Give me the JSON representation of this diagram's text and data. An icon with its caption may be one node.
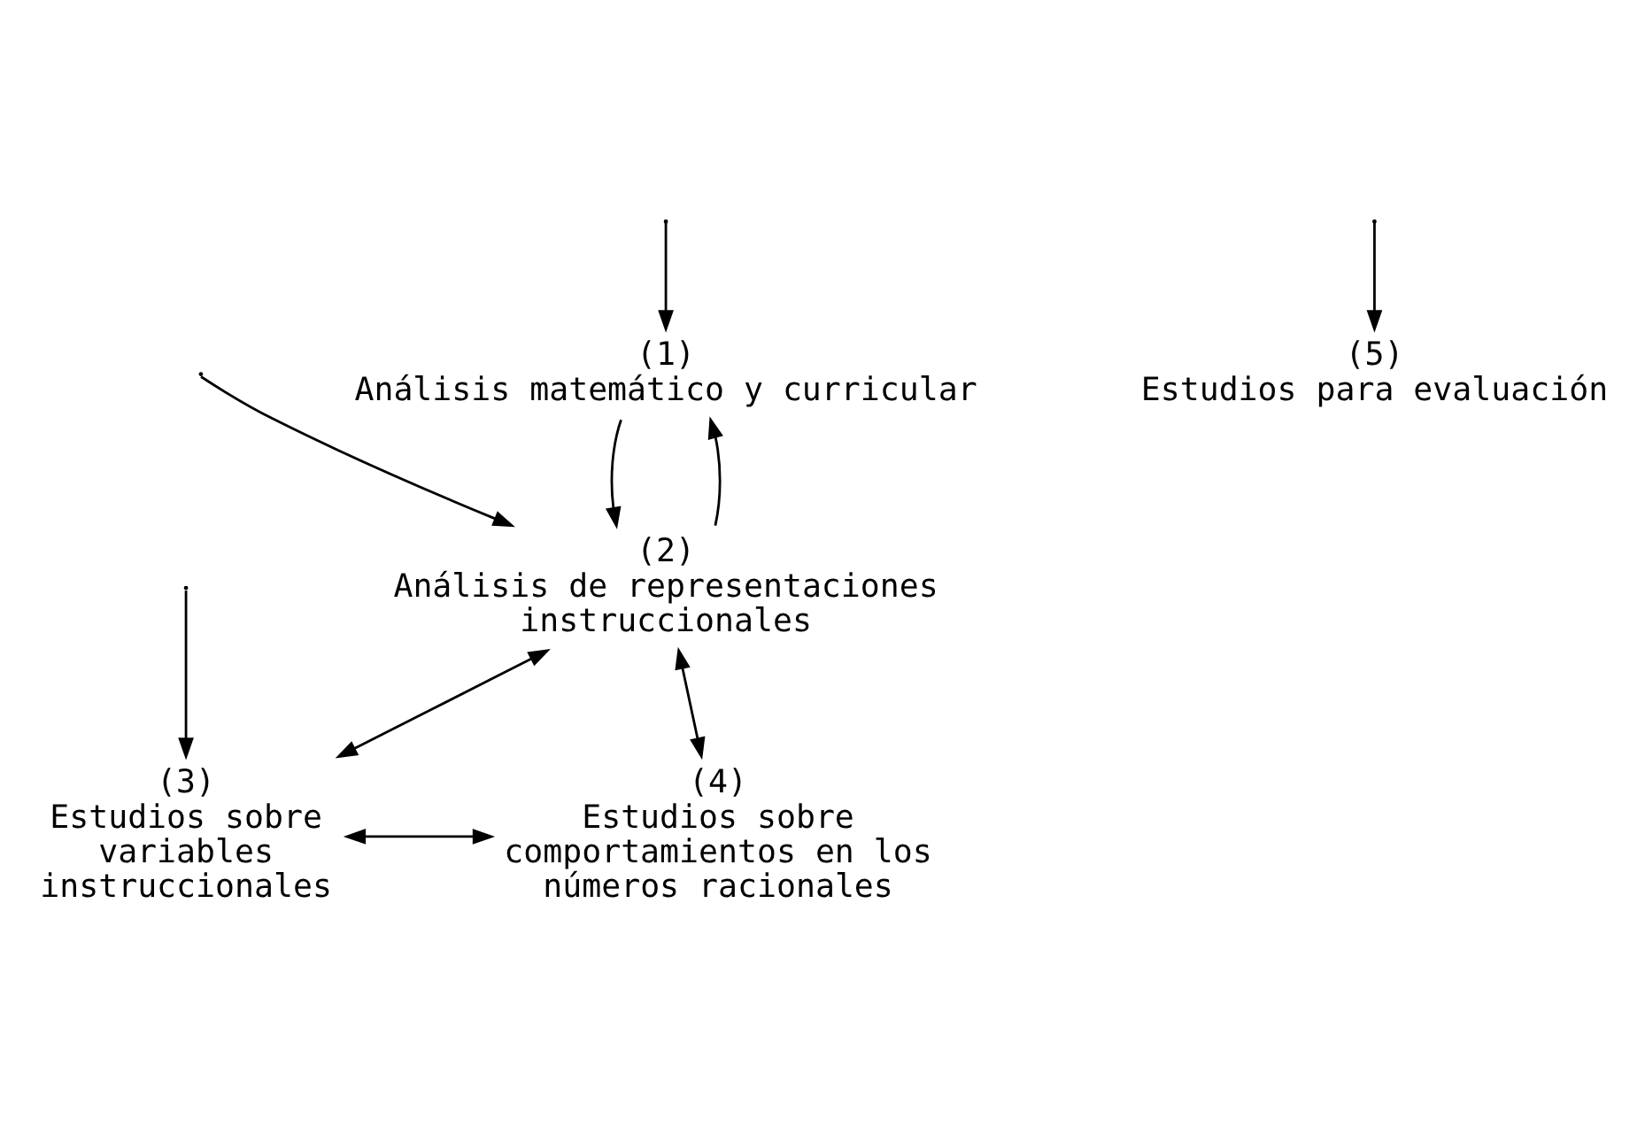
{
  "diagram": {
    "nodes": [
      {
        "text": [
          "(1)",
          "Análisis matemático y curricular"
        ]
      },
      {
        "text": [
          "(2)",
          "Análisis de representaciones instruccionales"
        ]
      },
      {
        "text": [
          "(3)",
          "Estudios sobre variables instruccionales"
        ]
      },
      {
        "text": [
          "(4)",
          "Estudios sobre comportamientos en los números racionales"
        ]
      },
      {
        "text": [
          "(5)",
          "Estudios para evaluación"
        ]
      }
    ],
    "edges": [
      {
        "from": null,
        "to": 0,
        "arrow": "to"
      },
      {
        "from": 0,
        "to": 1,
        "arrow": "to"
      },
      {
        "from": 1,
        "to": 0,
        "arrow": "to"
      },
      {
        "from": null,
        "to": 1,
        "arrow": "to"
      },
      {
        "from": 1,
        "to": 2,
        "arrow": "both"
      },
      {
        "from": 1,
        "to": 3,
        "arrow": "both"
      },
      {
        "from": null,
        "to": 2,
        "arrow": "to"
      },
      {
        "from": 2,
        "to": 3,
        "arrow": "both"
      },
      {
        "from": null,
        "to": 4,
        "arrow": "to"
      }
    ]
  }
}
